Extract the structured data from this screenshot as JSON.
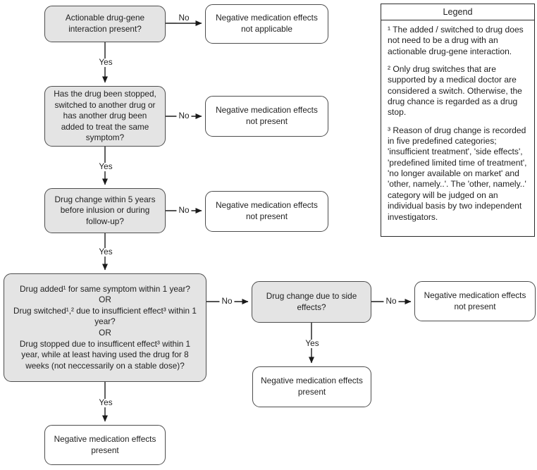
{
  "labels": {
    "yes": "Yes",
    "no": "No"
  },
  "nodes": {
    "q_interaction": "Actionable drug-gene interaction present?",
    "end_not_applicable": "Negative medication effects not applicable",
    "q_drug_changed": "Has the drug been stopped, switched to another drug or has another drug been added to treat the same symptom?",
    "end_not_present_1": "Negative medication effects not present",
    "q_change_5_years": "Drug change within 5 years before inlusion or during follow-up?",
    "end_not_present_2": "Negative medication effects not present",
    "q_added_switched_stopped": [
      "Drug added¹ for same symptom within 1 year?",
      "OR",
      "Drug switched¹,² due to insufficient effect³ within 1 year?",
      "OR",
      "Drug stopped due to insufficent effect³ within 1 year, while at least having used the drug for 8 weeks (not neccessarily on a stable dose)?"
    ],
    "q_side_effects": "Drug change due to side effects?",
    "end_not_present_3": "Negative medication effects not present",
    "end_present_mid": "Negative medication effects present",
    "end_present_bottom": "Negative medication effects present"
  },
  "legend": {
    "title": "Legend",
    "notes": [
      "¹ The added / switched to drug does not need to be a drug with an actionable drug-gene interaction.",
      "² Only drug switches that are supported by a medical doctor are considered a switch. Otherwise, the drug chance is regarded as a drug stop.",
      "³ Reason of drug change is recorded in five predefined categories; 'insufficient treatment', 'side effects', 'predefined limited time of treatment', 'no longer available on market' and 'other, namely..'. The 'other, namely..' category will be judged on an individual basis by two independent investigators."
    ]
  }
}
